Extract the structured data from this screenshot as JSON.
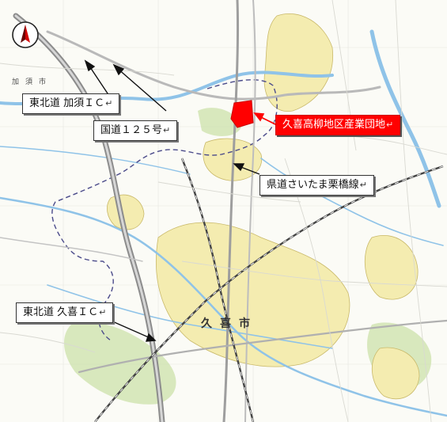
{
  "map": {
    "labels": {
      "tohoku_kazo_ic": "東北道 加須ＩＣ",
      "route_125": "国道１２５号",
      "industrial_park": "久喜高柳地区産業団地",
      "prefectural_road": "県道さいたま栗橋線",
      "tohoku_kuki_ic": "東北道 久喜ＩＣ"
    },
    "return_mark": "↵",
    "place_names": {
      "kazo_city": "加須市",
      "kuki_city": "久喜市"
    },
    "compass": {
      "icon": "north-arrow-icon"
    },
    "colors": {
      "urban_area": "#f4ecb0",
      "urban_border": "#c9b96a",
      "river": "#8fc3e8",
      "expressway": "#9a9a9a",
      "highlight": "#ff0000",
      "callout_bg": "#ffffff",
      "boundary": "#4a4a8a",
      "green_area": "#c9dfa5"
    }
  }
}
